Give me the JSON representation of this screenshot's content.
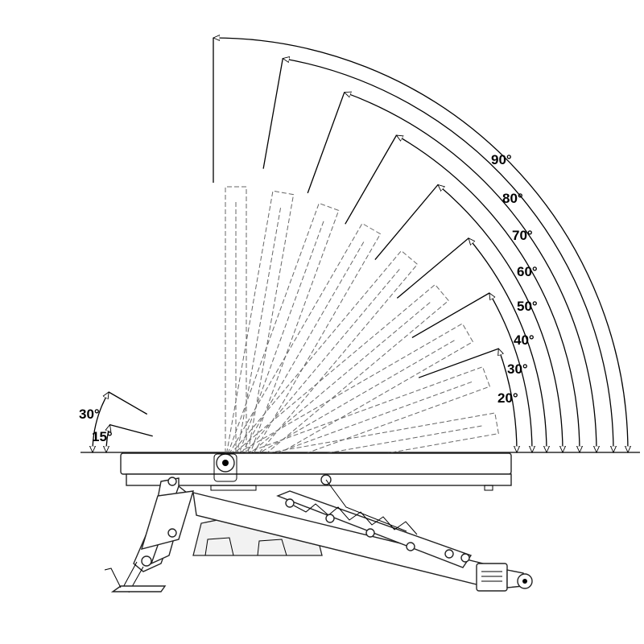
{
  "diagram": {
    "backrest_angles": [
      {
        "label": "90°"
      },
      {
        "label": "80°"
      },
      {
        "label": "70°"
      },
      {
        "label": "60°"
      },
      {
        "label": "50°"
      },
      {
        "label": "40°"
      },
      {
        "label": "30°"
      },
      {
        "label": "20°"
      }
    ],
    "seat_angles": [
      {
        "label": "30°"
      },
      {
        "label": "15°"
      }
    ]
  }
}
